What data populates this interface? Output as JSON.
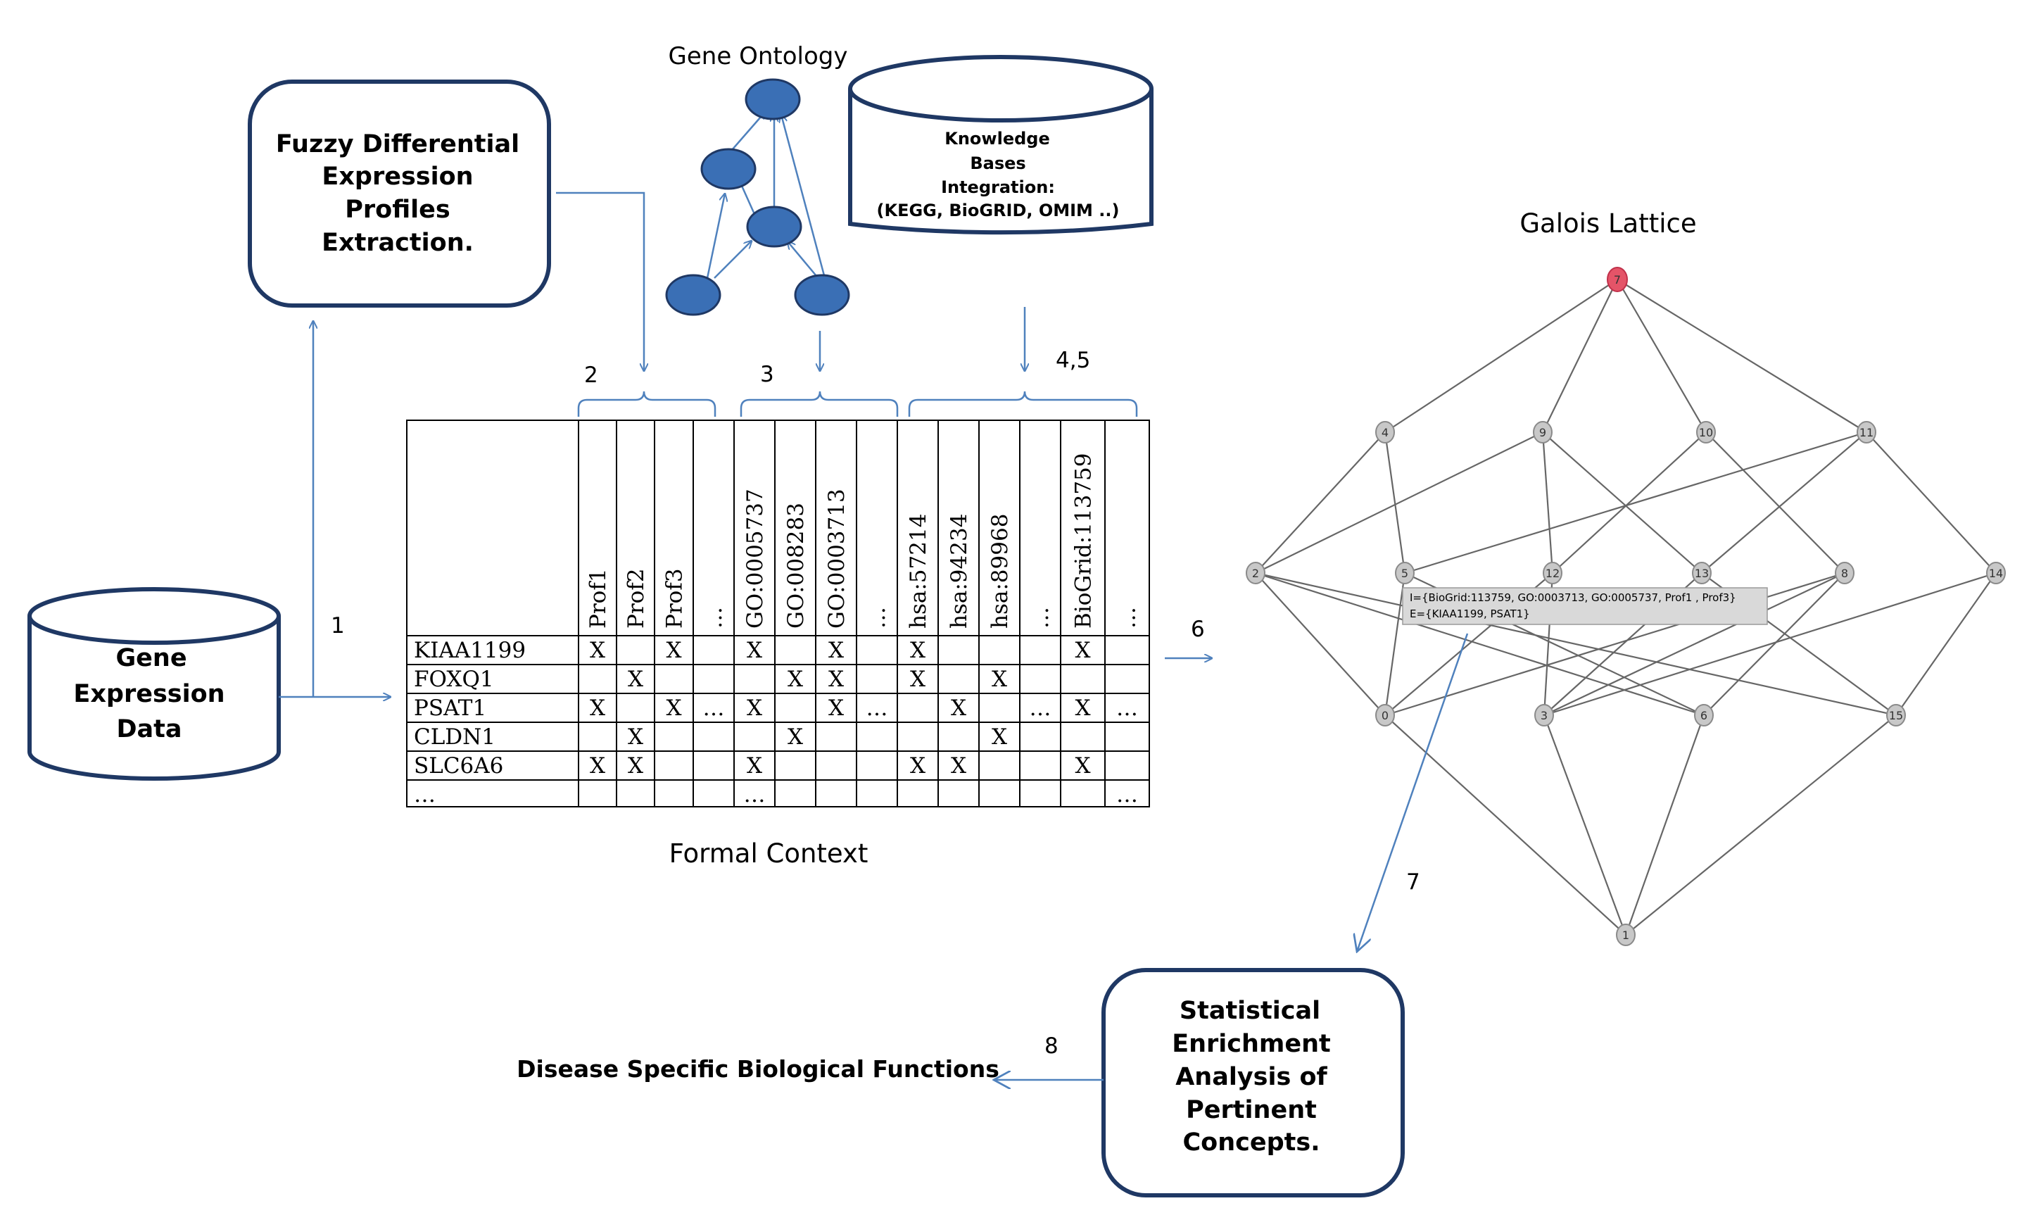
{
  "boxes": {
    "fuzzy": [
      "Fuzzy Differential",
      "Expression",
      "Profiles",
      "Extraction."
    ],
    "stat": [
      "Statistical",
      "Enrichment",
      "Analysis of",
      "Pertinent",
      "Concepts."
    ]
  },
  "cylinders": {
    "gene_expression": [
      "Gene",
      "Expression",
      "Data"
    ],
    "knowledge": [
      "Knowledge",
      "Bases",
      "Integration:",
      "(KEGG, BioGRID, OMIM ..)"
    ]
  },
  "labels": {
    "gene_ontology": "Gene Ontology",
    "galois_lattice": "Galois Lattice",
    "formal_context": "Formal Context",
    "disease_functions": "Disease Specific Biological Functions"
  },
  "steps": {
    "s1": "1",
    "s2": "2",
    "s3": "3",
    "s45": "4,5",
    "s6": "6",
    "s7": "7",
    "s8": "8"
  },
  "context_table": {
    "columns": [
      "Prof1",
      "Prof2",
      "Prof3",
      "…",
      "GO:0005737",
      "GO:008283",
      "GO:0003713",
      "…",
      "hsa:57214",
      "hsa:94234",
      "hsa:89968",
      "…",
      "BioGrid:113759",
      "…"
    ],
    "rows": [
      {
        "gene": "KIAA1199",
        "cells": [
          "X",
          "",
          "X",
          "",
          "X",
          "",
          "X",
          "",
          "X",
          "",
          "",
          "",
          "X",
          ""
        ]
      },
      {
        "gene": "FOXQ1",
        "cells": [
          "",
          "X",
          "",
          "",
          "",
          "X",
          "X",
          "",
          "X",
          "",
          "X",
          "",
          "",
          ""
        ]
      },
      {
        "gene": "PSAT1",
        "cells": [
          "X",
          "",
          "X",
          "…",
          "X",
          "",
          "X",
          "…",
          "",
          "X",
          "",
          "…",
          "X",
          "…"
        ]
      },
      {
        "gene": "CLDN1",
        "cells": [
          "",
          "X",
          "",
          "",
          "",
          "X",
          "",
          "",
          "",
          "",
          "X",
          "",
          "",
          ""
        ]
      },
      {
        "gene": "SLC6A6",
        "cells": [
          "X",
          "X",
          "",
          "",
          "X",
          "",
          "",
          "",
          "X",
          "X",
          "",
          "",
          "X",
          ""
        ]
      },
      {
        "gene": "…",
        "cells": [
          "",
          "",
          "",
          "",
          "…",
          "",
          "",
          "",
          "",
          "",
          "",
          "",
          "",
          "…"
        ]
      }
    ]
  },
  "lattice": {
    "top_node": "7",
    "node_labels": [
      "7",
      "4",
      "9",
      "10",
      "11",
      "2",
      "5",
      "12",
      "13",
      "8",
      "14",
      "0",
      "3",
      "6",
      "15",
      "1"
    ],
    "tooltip": [
      "I={BioGrid:113759, GO:0003713, GO:0005737, Prof1 , Prof3}",
      "E={KIAA1199, PSAT1}"
    ]
  },
  "colors": {
    "arrow": "#4f81bd",
    "box_border": "#1f3864",
    "ontology_node": "#3a6fb5",
    "lattice_node": "#c8c8c8",
    "lattice_top": "#e45468"
  }
}
